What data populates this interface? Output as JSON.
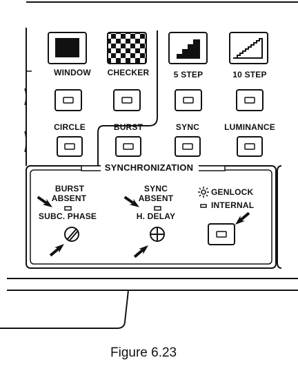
{
  "top_row_buttons": [
    {
      "label": "WINDOW",
      "icon": "window-pattern-icon"
    },
    {
      "label": "CHECKER",
      "icon": "checker-pattern-icon"
    },
    {
      "label": "5 STEP",
      "icon": "five-step-pattern-icon"
    },
    {
      "label": "10 STEP",
      "icon": "ten-step-pattern-icon"
    }
  ],
  "second_row_buttons": [
    {
      "label": "CIRCLE"
    },
    {
      "label": "BURST"
    },
    {
      "label": "SYNC"
    },
    {
      "label": "LUMINANCE"
    }
  ],
  "synchronization": {
    "title": "SYNCHRONIZATION",
    "burst_absent_line1": "BURST",
    "burst_absent_line2": "ABSENT",
    "subc_phase": "SUBC. PHASE",
    "sync_absent_line1": "SYNC",
    "sync_absent_line2": "ABSENT",
    "h_delay": "H. DELAY",
    "genlock": "GENLOCK",
    "internal": "INTERNAL"
  },
  "figure_caption": "Figure 6.23"
}
